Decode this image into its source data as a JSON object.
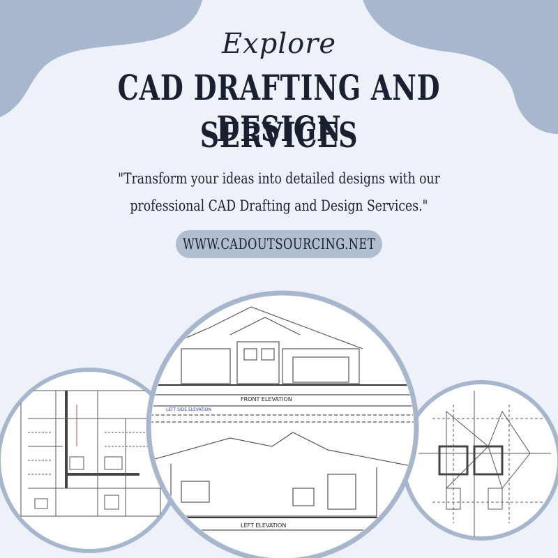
{
  "colors": {
    "background": "#eef2f8",
    "blob": "#a7b8ce",
    "text": "#1a2030",
    "pill": "#b0bed2",
    "circle_border": "#a6b6cc"
  },
  "header": {
    "kicker": "Explore",
    "title_line1": "CAD DRAFTING AND DESIGN",
    "title_line2": "SERVICES"
  },
  "tagline": {
    "line1": "\"Transform your ideas into detailed designs with our",
    "line2": "professional CAD Drafting and Design Services.\""
  },
  "website": {
    "label": "WWW.CADOUTSOURCING.NET"
  },
  "drawings": {
    "center_label_top": "FRONT ELEVATION",
    "center_label_bottom": "LEFT ELEVATION",
    "center_side_label": "LEFT SIDE ELEVATION"
  }
}
